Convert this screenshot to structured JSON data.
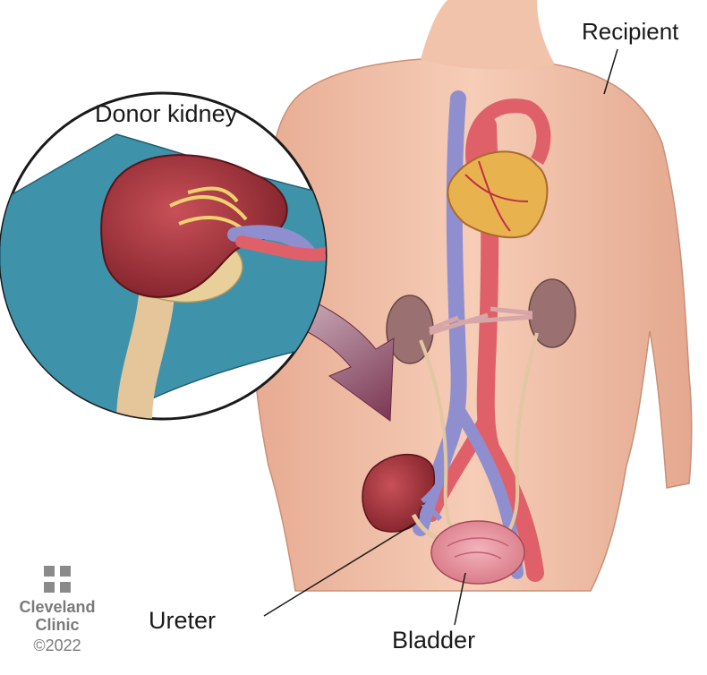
{
  "labels": {
    "recipient": "Recipient",
    "donor_kidney": "Donor kidney",
    "ureter": "Ureter",
    "bladder": "Bladder"
  },
  "logo": {
    "line1": "Cleveland",
    "line2": "Clinic",
    "copyright": "©2022"
  },
  "colors": {
    "skin": "#f2c3ab",
    "artery": "#e0606a",
    "vein": "#8f8fd0",
    "kidney": "#a8383f",
    "native_kidney": "#9a7070",
    "drape": "#3e93aa",
    "bladder": "#e99aa4",
    "arrow": "#8a4a5e"
  }
}
